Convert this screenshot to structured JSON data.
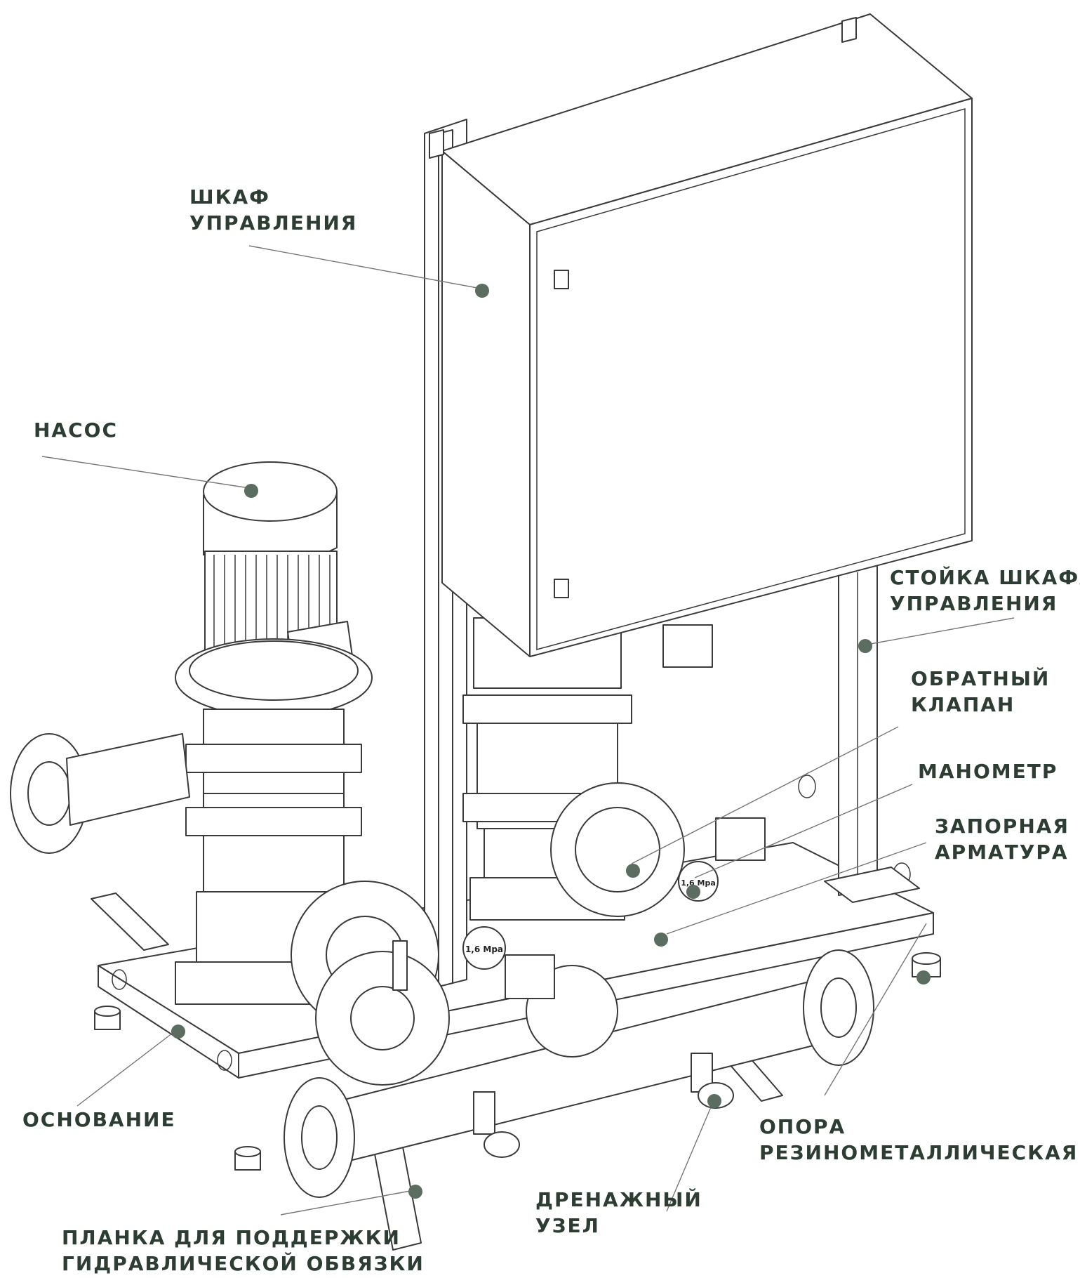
{
  "theme": {
    "label_color": "#2d3d33",
    "marker_color": "#5a6d60",
    "leader_color": "#777777",
    "line_color": "#3a3a3a"
  },
  "labels": {
    "cabinet": [
      "ШКАФ",
      "УПРАВЛЕНИЯ"
    ],
    "pump": [
      "НАСОС"
    ],
    "cabinet_stand": [
      "СТОЙКА ШКАФА",
      "УПРАВЛЕНИЯ"
    ],
    "check_valve": [
      "ОБРАТНЫЙ",
      "КЛАПАН"
    ],
    "manometer": [
      "МАНОМЕТР"
    ],
    "shutoff_valve": [
      "ЗАПОРНАЯ",
      "АРМАТУРА"
    ],
    "base": [
      "ОСНОВАНИЕ"
    ],
    "rubber_metal_support": [
      "ОПОРА",
      "РЕЗИНОМЕТАЛЛИЧЕСКАЯ"
    ],
    "drain_unit": [
      "ДРЕНАЖНЫЙ",
      "УЗЕЛ"
    ],
    "support_bar": [
      "ПЛАНКА ДЛЯ ПОДДЕРЖКИ",
      "ГИДРАВЛИЧЕСКОЙ ОБВЯЗКИ"
    ]
  },
  "gauges": {
    "left_reading": "1,6 Mpa",
    "right_reading": "1,6 Mpa"
  }
}
